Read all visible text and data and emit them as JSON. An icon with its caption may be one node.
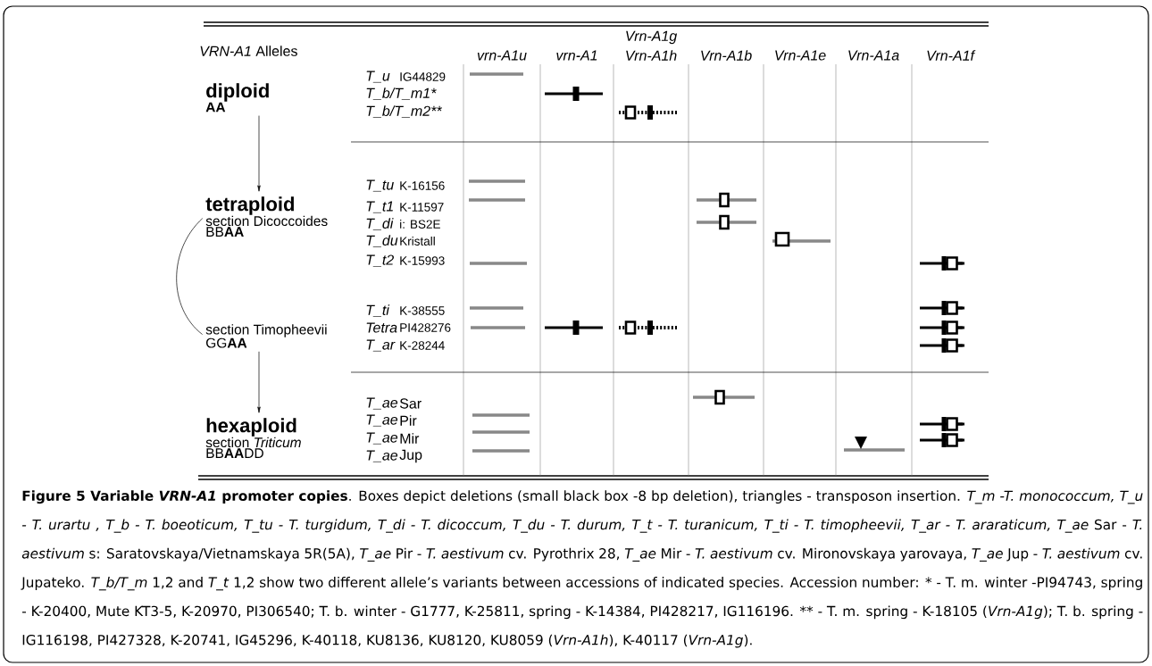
{
  "diagram": {
    "caption": "**Figure 5 Variable *VRN-A1* promoter copies**. Boxes depict deletions (small black box -8 bp deletion), triangles - transposon insertion. *T_m -T. monococcum, T_u - T. urartu , T_b - T. boeoticum, T_tu - T. turgidum, T_di - T. dicoccum, T_du - T. durum, T_t - T. turanicum, T_ti - T. timopheevii, T_ar - T. araraticum, T_ae* Sar - *T. aestivum* s: Saratovskaya/Vietnamskaya 5R(5A), *T_ae* Pir - *T. aestivum* cv. Pyrothrix 28, *T_ae* Mir - *T. aestivum* cv. Mironovskaya yarovaya, *T_ae* Jup - *T. aestivum* cv. Jupateko. *T_b/T_m* 1,2 and *T_t* 1,2 show two different allele’s variants between accessions of indicated species. Accession number: * - T. m. winter -PI94743, spring - K-20400, Mute KT3-5, K-20970, PI306540; T. b. winter - G1777, K-25811, spring - K-14384, PI428217, IG116196. ** - T. m. spring - K-18105 (*Vrn-A1g*); T. b. spring - IG116198, PI427328, K-20741, IG45296, K-40118, KU8136, KU8120, KU8059 (*Vrn-A1h*), K-40117 (*Vrn-A1g*).",
    "nodes": [
      {
        "text": [
          "diploid",
          "AA"
        ]
      },
      {
        "text": [
          "tetraploid",
          "section Dicoccoides",
          "BB**AA**"
        ]
      },
      {
        "text": [
          "section Timopheevii",
          "GG**AA**"
        ]
      },
      {
        "text": [
          "hexaploid",
          "section *Triticum*",
          "BB**AA**DD"
        ]
      }
    ],
    "edges": [
      {
        "from": 0,
        "to": 1,
        "arrow": "to"
      },
      {
        "from": 1,
        "to": 2,
        "arrow": "none"
      },
      {
        "from": 2,
        "to": 3,
        "arrow": "to"
      }
    ],
    "labels": [
      "*VRN-A1* Alleles",
      "vrn-A1u",
      "vrn-A1",
      "Vrn-A1g",
      "Vrn-A1h",
      "Vrn-A1b",
      "Vrn-A1e",
      "Vrn-A1a",
      "Vrn-A1f",
      "T_u",
      "IG44829",
      "T_b/T_m1*",
      "T_b/T_m2**",
      "T_tu",
      "K-16156",
      "T_t1",
      "K-11597",
      "T_di",
      "i: BS2E",
      "T_du",
      "Kristall",
      "T_t2",
      "K-15993",
      "T_ti",
      "K-38555",
      "Tetra",
      "PI428276",
      "T_ar",
      "K-28244",
      "T_ae",
      "Sar",
      "T_ae",
      "Pir",
      "T_ae",
      "Mir",
      "T_ae",
      "Jup"
    ]
  }
}
